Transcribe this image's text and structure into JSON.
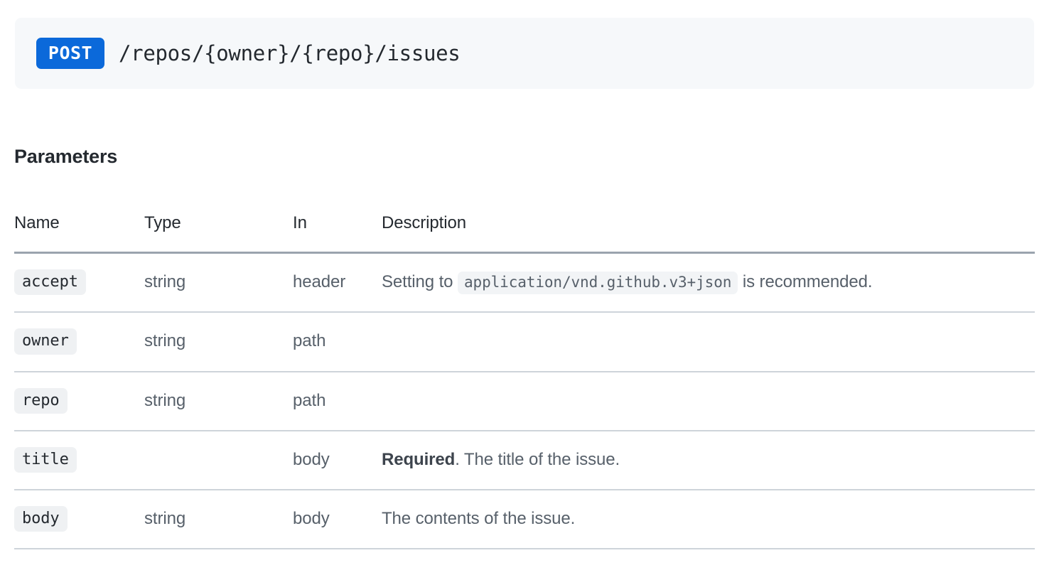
{
  "endpoint": {
    "method": "POST",
    "path": "/repos/{owner}/{repo}/issues",
    "method_badge_color": "#0b69da",
    "panel_background": "#f6f8fa"
  },
  "section": {
    "title": "Parameters"
  },
  "table": {
    "columns": [
      "Name",
      "Type",
      "In",
      "Description"
    ],
    "rows": [
      {
        "name": "accept",
        "type": "string",
        "in": "header",
        "description_prefix": "Setting to ",
        "description_code": "application/vnd.github.v3+json",
        "description_suffix": " is recommended.",
        "description_required": "",
        "description_plain": ""
      },
      {
        "name": "owner",
        "type": "string",
        "in": "path",
        "description_prefix": "",
        "description_code": "",
        "description_suffix": "",
        "description_required": "",
        "description_plain": ""
      },
      {
        "name": "repo",
        "type": "string",
        "in": "path",
        "description_prefix": "",
        "description_code": "",
        "description_suffix": "",
        "description_required": "",
        "description_plain": ""
      },
      {
        "name": "title",
        "type": "",
        "in": "body",
        "description_prefix": "",
        "description_code": "",
        "description_suffix": "",
        "description_required": "Required",
        "description_plain": ". The title of the issue."
      },
      {
        "name": "body",
        "type": "string",
        "in": "body",
        "description_prefix": "",
        "description_code": "",
        "description_suffix": "",
        "description_required": "",
        "description_plain": "The contents of the issue."
      }
    ]
  }
}
